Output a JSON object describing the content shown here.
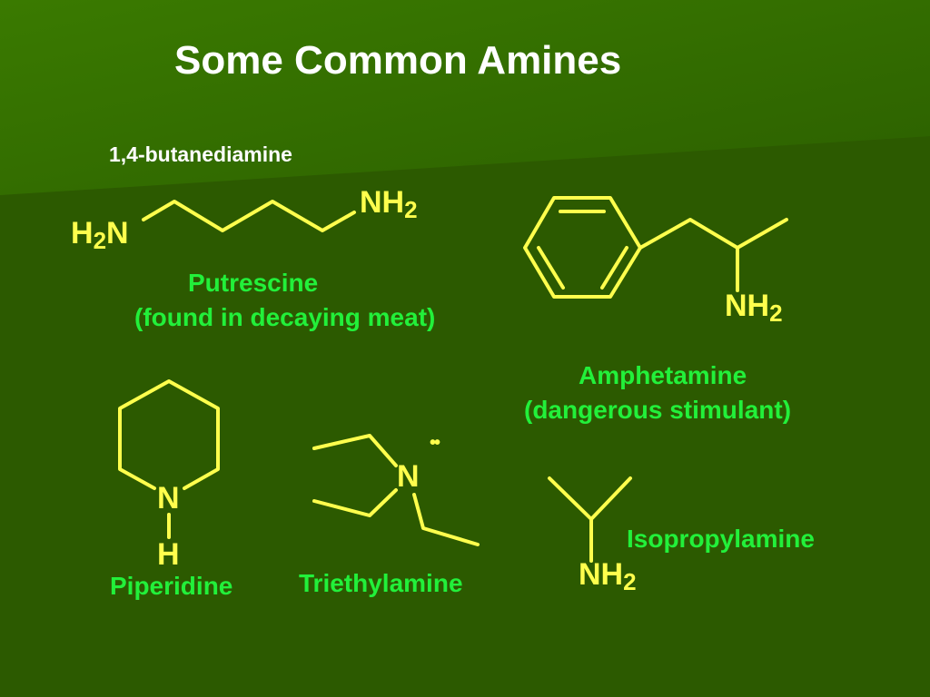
{
  "slide": {
    "title": "Some Common Amines",
    "colors": {
      "background": "#2c5a00",
      "bond": "#ffff4d",
      "name": "#22f03a",
      "title": "#ffffff"
    }
  },
  "putrescine": {
    "iupac": "1,4-butanediamine",
    "left_group": {
      "main": "H",
      "sub": "2",
      "tail": "N"
    },
    "right_group": {
      "main": "NH",
      "sub": "2"
    },
    "name": "Putrescine",
    "note": "(found in decaying meat)"
  },
  "amphetamine": {
    "group": {
      "main": "NH",
      "sub": "2"
    },
    "name": "Amphetamine",
    "note": "(dangerous stimulant)"
  },
  "piperidine": {
    "n_atom": "N",
    "h_atom": "H",
    "name": "Piperidine"
  },
  "triethylamine": {
    "n_atom": "N",
    "lone_pair": "••",
    "name": "Triethylamine"
  },
  "isopropylamine": {
    "group": {
      "main": "NH",
      "sub": "2"
    },
    "name": "Isopropylamine"
  }
}
